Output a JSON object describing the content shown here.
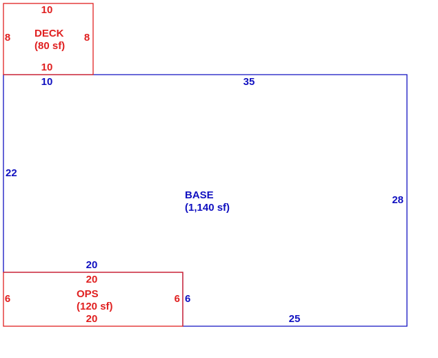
{
  "colors": {
    "deck": "#e02020",
    "base": "#1010c0",
    "ops": "#e02020",
    "background": "#ffffff"
  },
  "deck": {
    "name": "DECK",
    "area": "(80 sf)",
    "top": "10",
    "bottom": "10",
    "left": "8",
    "right": "8"
  },
  "base": {
    "name": "BASE",
    "area": "(1,140 sf)",
    "top_left_segment": "10",
    "top_right_segment": "35",
    "left": "22",
    "right": "28",
    "inner_horizontal": "20",
    "inner_vertical": "6",
    "bottom": "25"
  },
  "ops": {
    "name": "OPS",
    "area": "(120 sf)",
    "top": "20",
    "bottom": "20",
    "left": "6",
    "right": "6"
  }
}
